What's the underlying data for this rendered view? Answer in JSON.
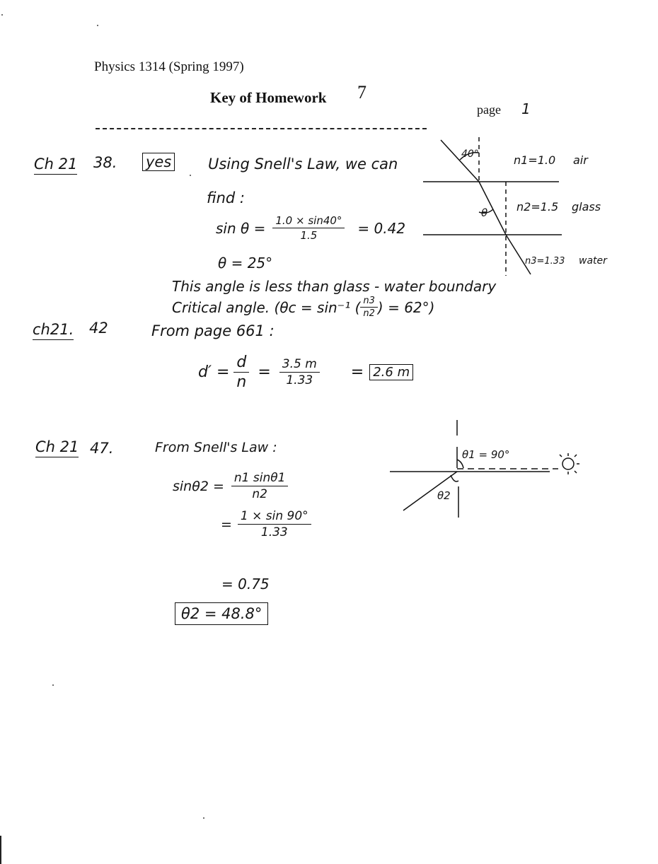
{
  "header": {
    "course": "Physics 1314 (Spring 1997)",
    "title": "Key of Homework",
    "homework_number": "7",
    "page_label": "page",
    "page_number": "1"
  },
  "problems": [
    {
      "chapter": "Ch 21",
      "number": "38.",
      "answer": "yes",
      "lines": [
        "Using Snell's Law, we can",
        "find :"
      ],
      "eq_lhs": "sin θ =",
      "eq_num": "1.0 × sin40°",
      "eq_den": "1.5",
      "eq_result": "= 0.42",
      "angle": "θ = 25°",
      "note1": "This angle is less than glass - water boundary",
      "note2_a": "Critical angle.  (θc = sin⁻¹ (",
      "note2_num": "n3",
      "note2_den": "n2",
      "note2_b": ") = 62°)",
      "figure": {
        "angle1": "40°",
        "angle2": "θ",
        "n1": "n1=1.0",
        "m1": "air",
        "n2": "n2=1.5",
        "m2": "glass",
        "n3": "n3=1.33",
        "m3": "water"
      }
    },
    {
      "chapter": "ch21.",
      "number": "42",
      "intro": "From page 661 :",
      "lhs": "d′ =",
      "f1_num": "d",
      "f1_den": "n",
      "eq": "=",
      "f2_num": "3.5 m",
      "f2_den": "1.33",
      "eq2": "=",
      "answer": "2.6  m"
    },
    {
      "chapter": "Ch 21",
      "number": "47.",
      "intro": "From Snell's Law :",
      "lhs": "sinθ2 =",
      "f1_num": "n1 sinθ1",
      "f1_den": "n2",
      "eq": "=",
      "f2_num": "1 × sin 90°",
      "f2_den": "1.33",
      "line3": "= 0.75",
      "answer": "θ2  = 48.8°",
      "figure": {
        "theta1": "θ1 = 90°",
        "theta2": "θ2"
      }
    }
  ]
}
